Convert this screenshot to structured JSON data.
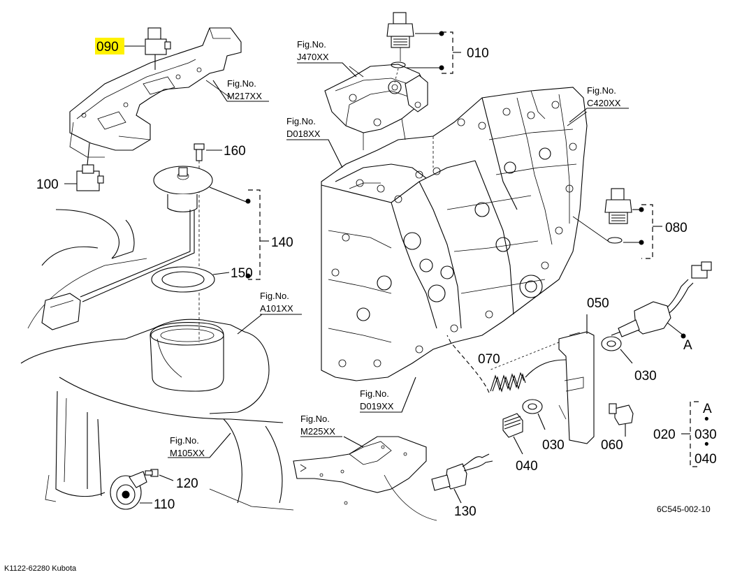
{
  "diagram": {
    "parts": {
      "p010": "010",
      "p020": "020",
      "p030a": "030",
      "p030b": "030",
      "p040": "040",
      "p050": "050",
      "p060": "060",
      "p070": "070",
      "p080": "080",
      "p090": "090",
      "p100": "100",
      "p110": "110",
      "p120": "120",
      "p130": "130",
      "p140": "140",
      "p150": "150",
      "p160": "160"
    },
    "highlighted_part": "090",
    "fig_refs": [
      {
        "label": "Fig.No.",
        "code": "M217XX"
      },
      {
        "label": "Fig.No.",
        "code": "J470XX"
      },
      {
        "label": "Fig.No.",
        "code": "C420XX"
      },
      {
        "label": "Fig.No.",
        "code": "D018XX"
      },
      {
        "label": "Fig.No.",
        "code": "A101XX"
      },
      {
        "label": "Fig.No.",
        "code": "D019XX"
      },
      {
        "label": "Fig.No.",
        "code": "M225XX"
      },
      {
        "label": "Fig.No.",
        "code": "M105XX"
      }
    ],
    "kit": {
      "number": "020",
      "items": [
        "A",
        "030",
        "040"
      ],
      "separator": "•"
    },
    "letter_a": "A",
    "drawing_code": "6C545-002-10"
  },
  "footer": "K1122-62280 Kubota",
  "colors": {
    "highlight": "#fff200",
    "line": "#000000",
    "background": "#ffffff"
  }
}
